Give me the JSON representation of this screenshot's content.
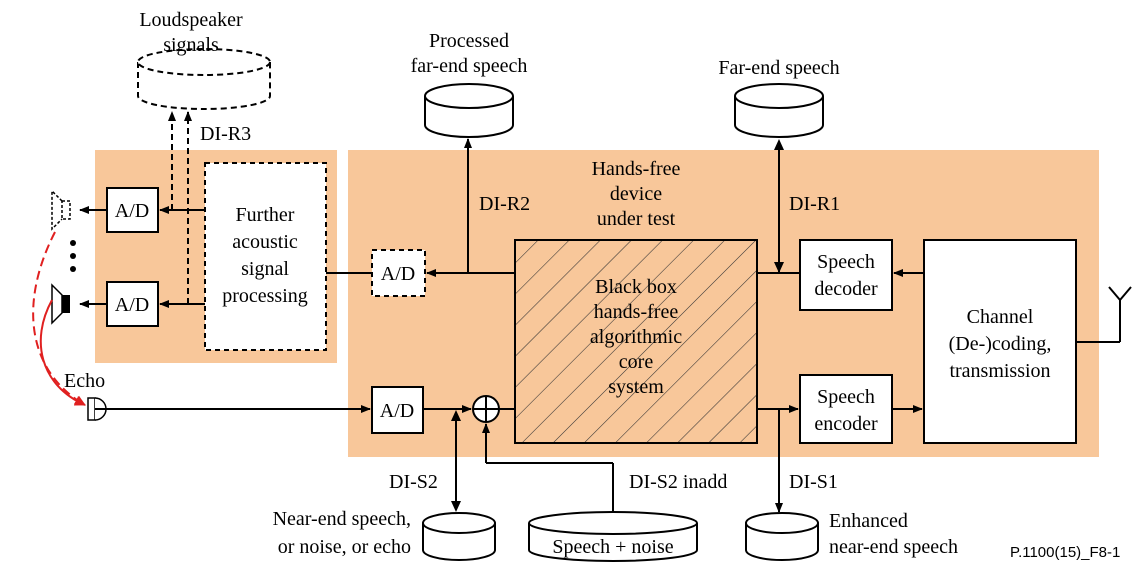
{
  "diagram": {
    "colors": {
      "panel": "#f8c79a",
      "echo": "#e02020",
      "line": "#000000"
    },
    "db": {
      "loudspeaker": [
        "Loudspeaker",
        "signals"
      ],
      "processed": [
        "Processed",
        "far-end speech"
      ],
      "farend": "Far-end speech",
      "nearend": [
        "Near-end speech,",
        "or noise, or echo"
      ],
      "speechnoise": "Speech + noise",
      "enhanced": [
        "Enhanced",
        "near-end speech"
      ]
    },
    "points": {
      "r1": "DI-R1",
      "r2": "DI-R2",
      "r3": "DI-R3",
      "s1": "DI-S1",
      "s2": "DI-S2",
      "s2inadd": "DI-S2 inadd"
    },
    "blocks": {
      "ad": "A/D",
      "further": [
        "Further",
        "acoustic",
        "signal",
        "processing"
      ],
      "dut": [
        "Hands-free",
        "device",
        "under test"
      ],
      "core": [
        "Black box",
        "hands-free",
        "algorithmic",
        "core",
        "system"
      ],
      "decoder": [
        "Speech",
        "decoder"
      ],
      "encoder": [
        "Speech",
        "encoder"
      ],
      "channel": [
        "Channel",
        "(De-)coding,",
        "transmission"
      ]
    },
    "echo": "Echo",
    "figure_id": "P.1100(15)_F8-1",
    "icons": [
      "loudspeaker-icon",
      "microphone-icon",
      "antenna-icon",
      "ellipsis-icon"
    ]
  }
}
